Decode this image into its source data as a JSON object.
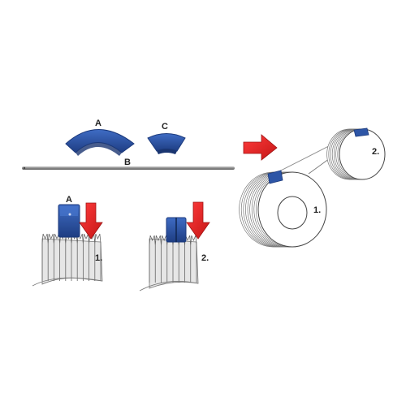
{
  "labels": {
    "part_a": "A",
    "part_b": "B",
    "part_c": "C",
    "part_a_small": "A",
    "step1_groove": "1.",
    "step2_groove": "2.",
    "coil_large": "1.",
    "coil_small": "2."
  },
  "colors": {
    "part_blue": "#2d55a6",
    "part_blue_dark": "#1c3a7c",
    "arrow_red": "#e02424",
    "arrow_red_dark": "#9e1414",
    "steel": "#9a9a9a",
    "steel_dark": "#6e6e6e",
    "outline": "#555555"
  },
  "icons": {
    "arrow_down": "arrow-down-icon",
    "arrow_right": "arrow-right-icon"
  }
}
